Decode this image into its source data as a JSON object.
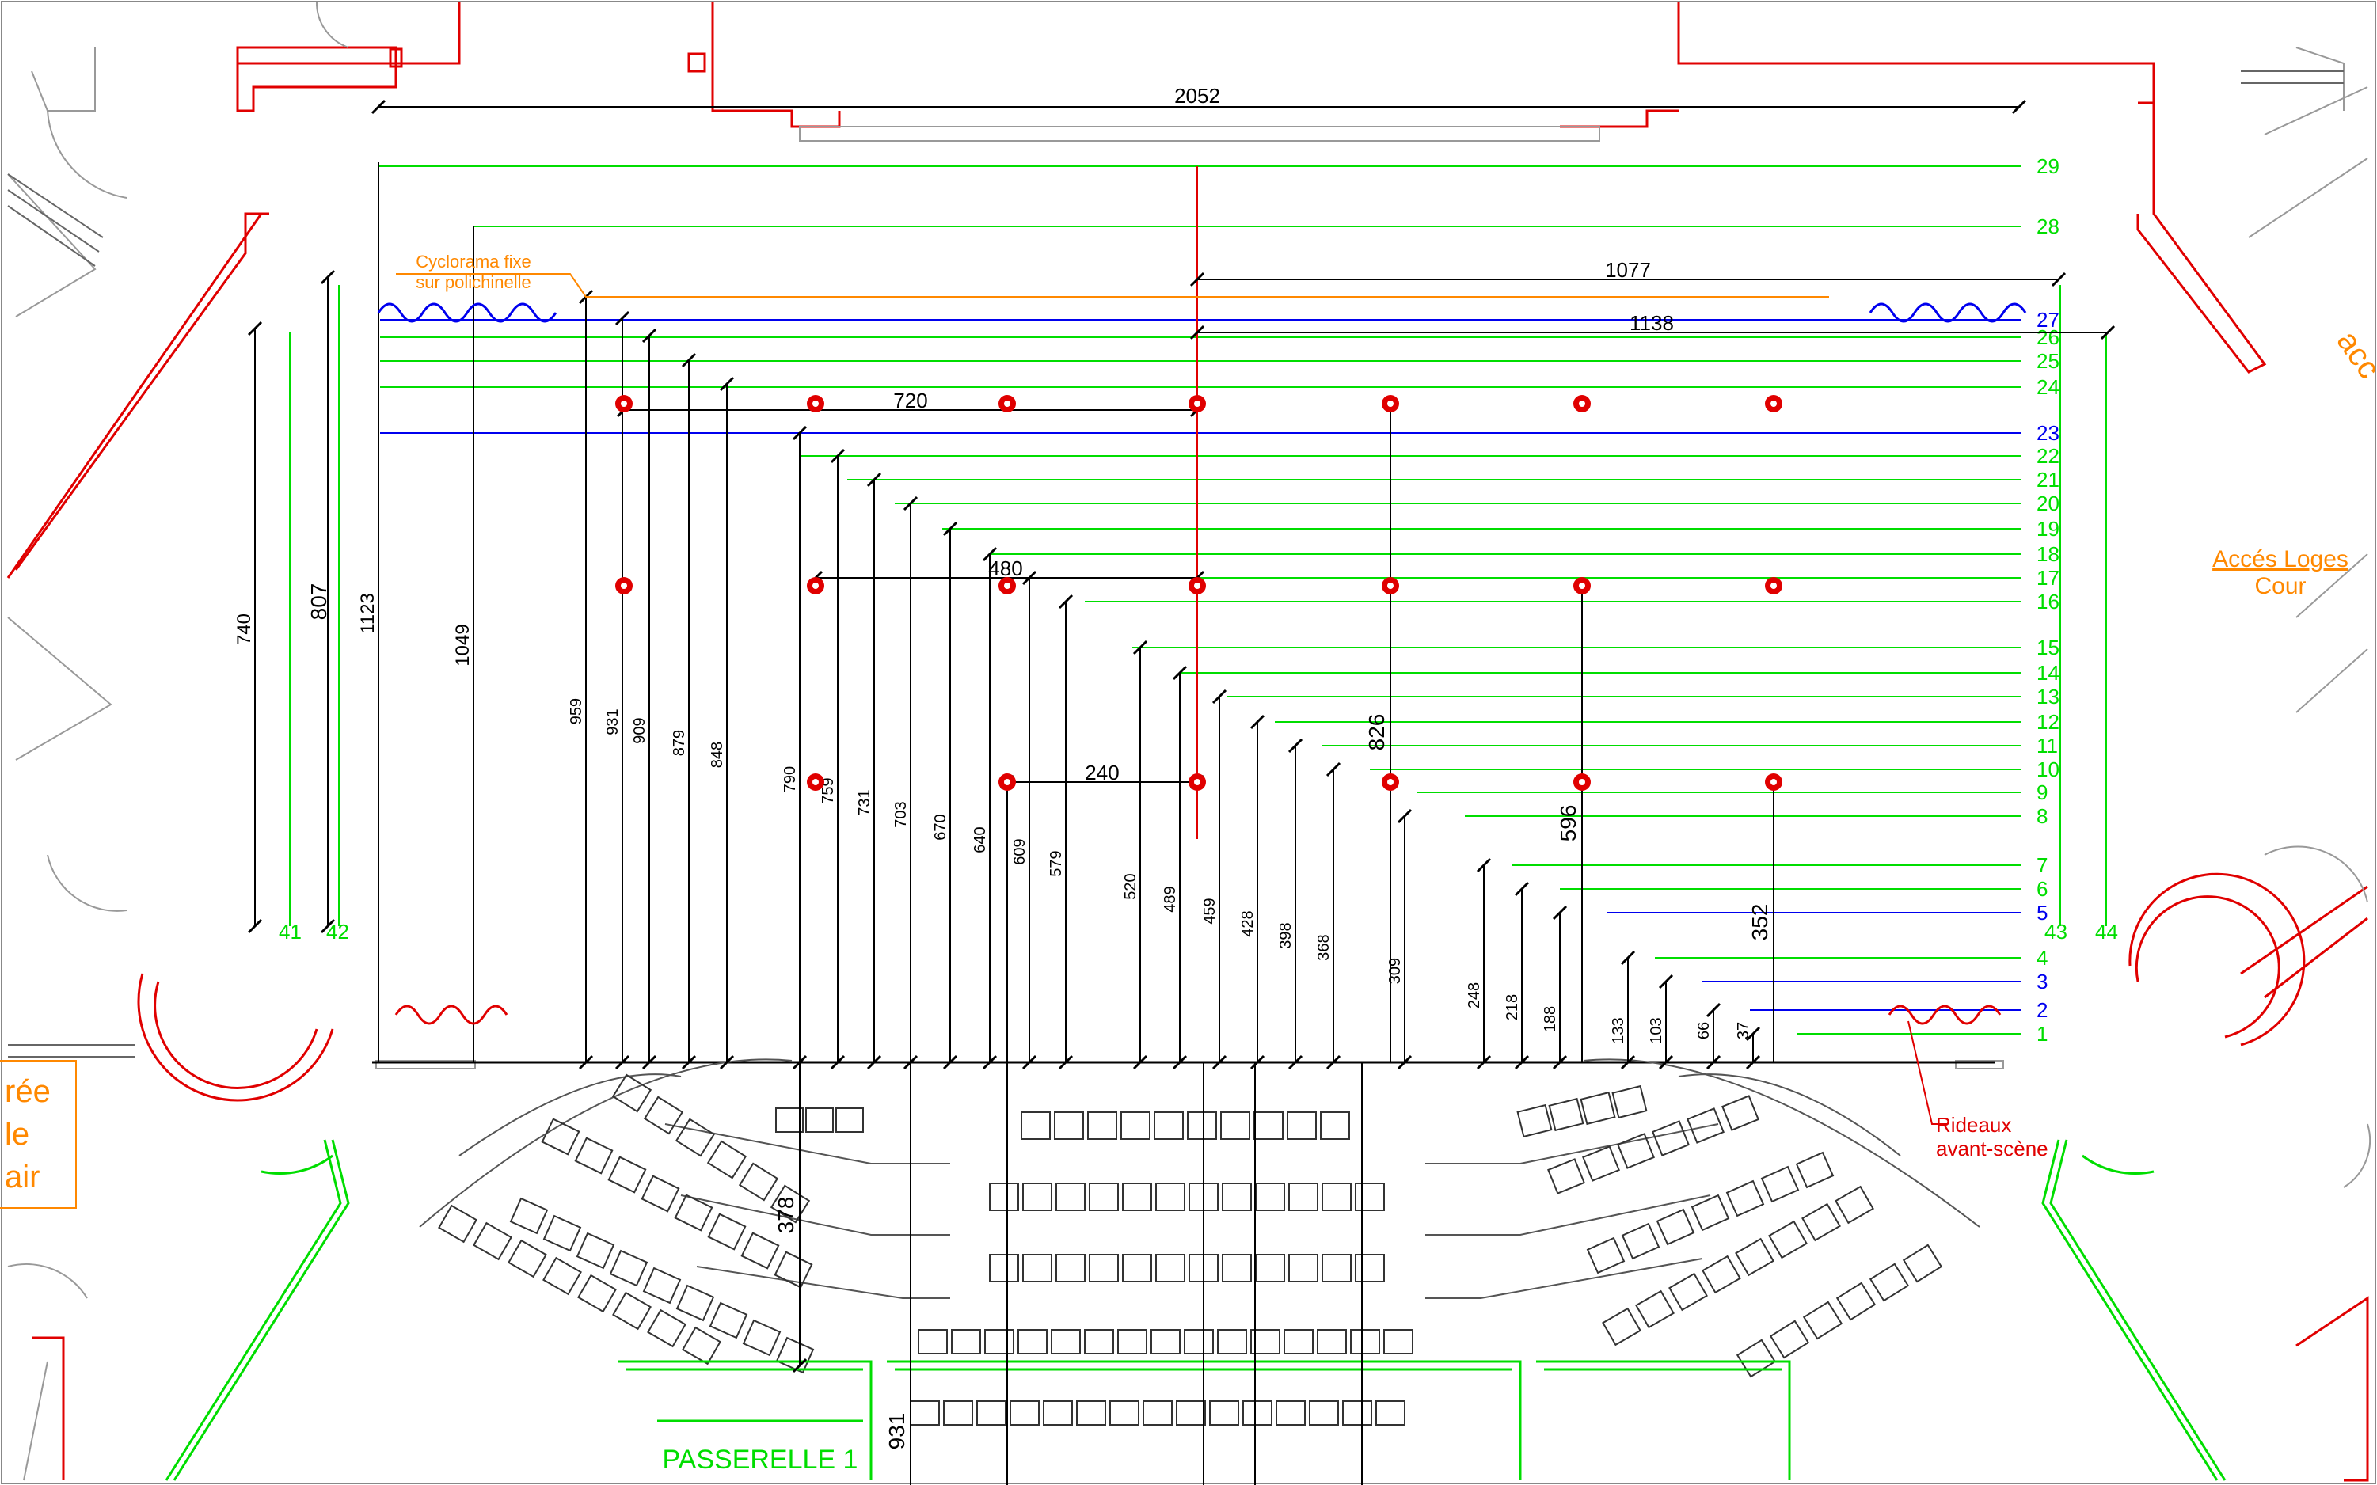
{
  "dims": {
    "top": "2052",
    "d1077": "1077",
    "d1138": "1138",
    "d720": "720",
    "d480": "480",
    "d240": "240",
    "d826": "826",
    "d596": "596",
    "d352": "352",
    "d378": "378",
    "d931b": "931",
    "d740": "740",
    "d807": "807",
    "d1123": "1123",
    "d1049": "1049"
  },
  "vertical_dims": [
    "959",
    "931",
    "909",
    "879",
    "848",
    "790",
    "759",
    "731",
    "703",
    "670",
    "640",
    "609",
    "579",
    "520",
    "489",
    "459",
    "428",
    "398",
    "368",
    "309",
    "248",
    "218",
    "188",
    "133",
    "103",
    "66",
    "37"
  ],
  "bars": [
    {
      "num": "1",
      "color": "#00dd00"
    },
    {
      "num": "2",
      "color": "#0000ee"
    },
    {
      "num": "3",
      "color": "#0000ee"
    },
    {
      "num": "4",
      "color": "#00dd00"
    },
    {
      "num": "5",
      "color": "#0000ee"
    },
    {
      "num": "6",
      "color": "#00dd00"
    },
    {
      "num": "7",
      "color": "#00dd00"
    },
    {
      "num": "8",
      "color": "#00dd00"
    },
    {
      "num": "9",
      "color": "#00dd00"
    },
    {
      "num": "10",
      "color": "#00dd00"
    },
    {
      "num": "11",
      "color": "#00dd00"
    },
    {
      "num": "12",
      "color": "#00dd00"
    },
    {
      "num": "13",
      "color": "#00dd00"
    },
    {
      "num": "14",
      "color": "#00dd00"
    },
    {
      "num": "15",
      "color": "#00dd00"
    },
    {
      "num": "16",
      "color": "#00dd00"
    },
    {
      "num": "17",
      "color": "#00dd00"
    },
    {
      "num": "18",
      "color": "#00dd00"
    },
    {
      "num": "19",
      "color": "#00dd00"
    },
    {
      "num": "20",
      "color": "#00dd00"
    },
    {
      "num": "21",
      "color": "#00dd00"
    },
    {
      "num": "22",
      "color": "#00dd00"
    },
    {
      "num": "23",
      "color": "#0000ee"
    },
    {
      "num": "24",
      "color": "#00dd00"
    },
    {
      "num": "25",
      "color": "#00dd00"
    },
    {
      "num": "26",
      "color": "#00dd00"
    },
    {
      "num": "27",
      "color": "#0000ee"
    },
    {
      "num": "28",
      "color": "#00dd00"
    },
    {
      "num": "29",
      "color": "#00dd00"
    }
  ],
  "side_bars": {
    "b41": "41",
    "b42": "42",
    "b43": "43",
    "b44": "44"
  },
  "labels": {
    "cyclorama_line1": "Cyclorama fixe",
    "cyclorama_line2": "sur polichinelle",
    "acces_loges_line1": "Accés Loges",
    "acces_loges_line2": "Cour",
    "rideaux_line1": "Rideaux",
    "rideaux_line2": "avant-scène",
    "passerelle": "PASSERELLE 1",
    "entree_line1": "rée",
    "entree_line2": "le",
    "entree_line3": "air",
    "top_right_partial": "acc"
  },
  "colors": {
    "wall": "#e00000",
    "bar_green": "#00dd00",
    "bar_blue": "#0000ee",
    "annotation": "#ff8800",
    "dimension": "#000000",
    "outline": "#888888"
  }
}
